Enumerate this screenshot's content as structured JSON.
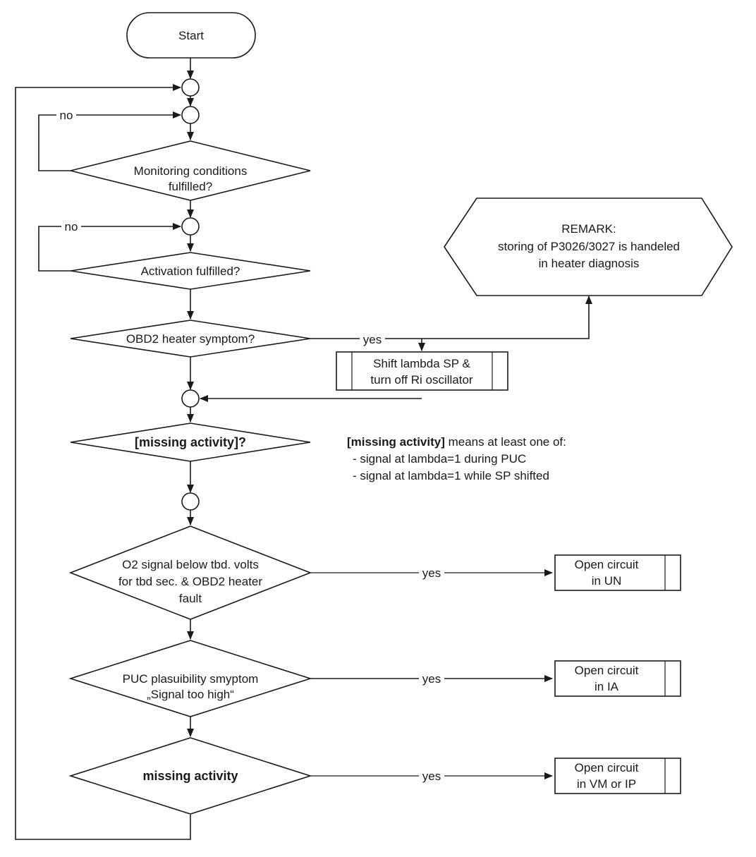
{
  "start": {
    "label": "Start"
  },
  "decisions": {
    "monitoring": [
      "Monitoring conditions",
      "fulfilled?"
    ],
    "activation": "Activation fulfilled?",
    "obd2_heater": "OBD2 heater symptom?",
    "missing_activity_q": "[missing activity]?",
    "o2_signal": [
      "O2 signal below tbd. volts",
      "for tbd sec. & OBD2 heater",
      "fault"
    ],
    "puc_plausibility": [
      "PUC plasuibility smyptom",
      "„Signal too high“"
    ],
    "missing_activity": "missing activity"
  },
  "branch_labels": {
    "no_1": "no",
    "no_2": "no",
    "yes_obd2": "yes",
    "yes_o2": "yes",
    "yes_puc": "yes",
    "yes_missing": "yes"
  },
  "processes": {
    "shift_lambda": [
      "Shift lambda SP &",
      "turn off Ri oscillator"
    ],
    "open_un": [
      "Open circuit",
      "in UN"
    ],
    "open_ia": [
      "Open circuit",
      "in IA"
    ],
    "open_vm_ip": [
      "Open circuit",
      "in VM or IP"
    ]
  },
  "remark": [
    "REMARK:",
    "storing of P3026/3027 is handeled",
    "in heater diagnosis"
  ],
  "note": {
    "term": "[missing activity]",
    "rest": " means at least one of:",
    "items": [
      "- signal at lambda=1 during PUC",
      "- signal at lambda=1 while SP shifted"
    ]
  },
  "colors": {
    "line": "#1a1a1a",
    "background": "#ffffff"
  }
}
